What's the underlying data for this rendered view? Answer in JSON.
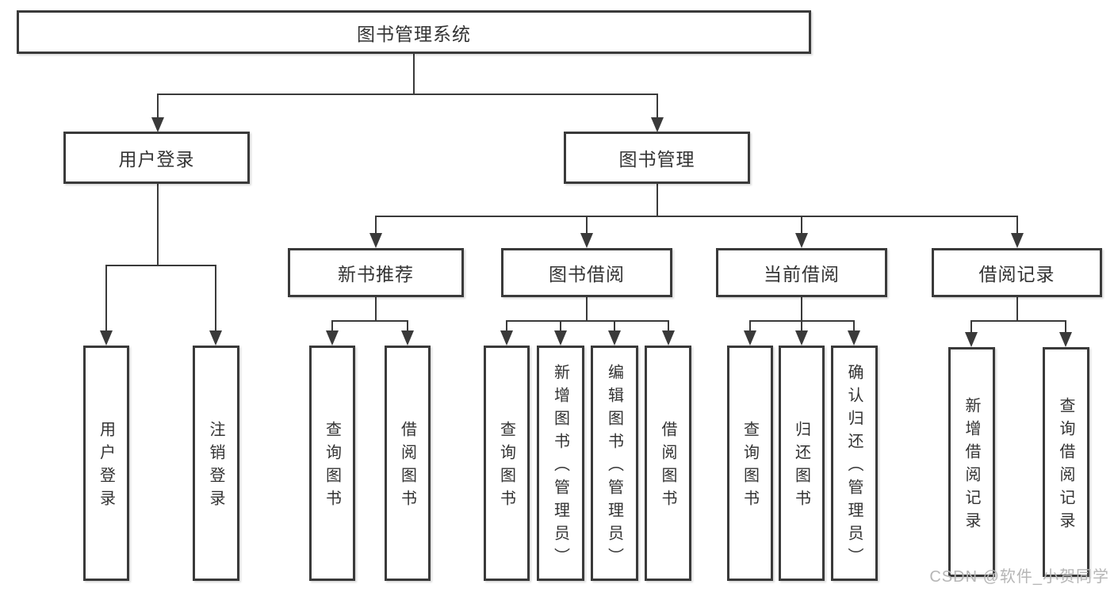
{
  "tree": {
    "root": {
      "label": "图书管理系统"
    },
    "children": [
      {
        "label": "用户登录",
        "children": [
          {
            "label": "用户登录"
          },
          {
            "label": "注销登录"
          }
        ]
      },
      {
        "label": "图书管理",
        "children": [
          {
            "label": "新书推荐",
            "children": [
              {
                "label": "查询图书"
              },
              {
                "label": "借阅图书"
              }
            ]
          },
          {
            "label": "图书借阅",
            "children": [
              {
                "label": "查询图书"
              },
              {
                "label": "新增图书（管理员）"
              },
              {
                "label": "编辑图书（管理员）"
              },
              {
                "label": "借阅图书"
              }
            ]
          },
          {
            "label": "当前借阅",
            "children": [
              {
                "label": "查询图书"
              },
              {
                "label": "归还图书"
              },
              {
                "label": "确认归还（管理员）"
              }
            ]
          },
          {
            "label": "借阅记录",
            "children": [
              {
                "label": "新增借阅记录"
              },
              {
                "label": "查询借阅记录"
              }
            ]
          }
        ]
      }
    ]
  },
  "watermark": {
    "label": "CSDN @软件_小贺同学"
  },
  "colors": {
    "line": "#3a3a3a",
    "box_border": "#3a3a3a",
    "text": "#333333",
    "watermark": "#b6b6b6",
    "background": "#ffffff"
  }
}
